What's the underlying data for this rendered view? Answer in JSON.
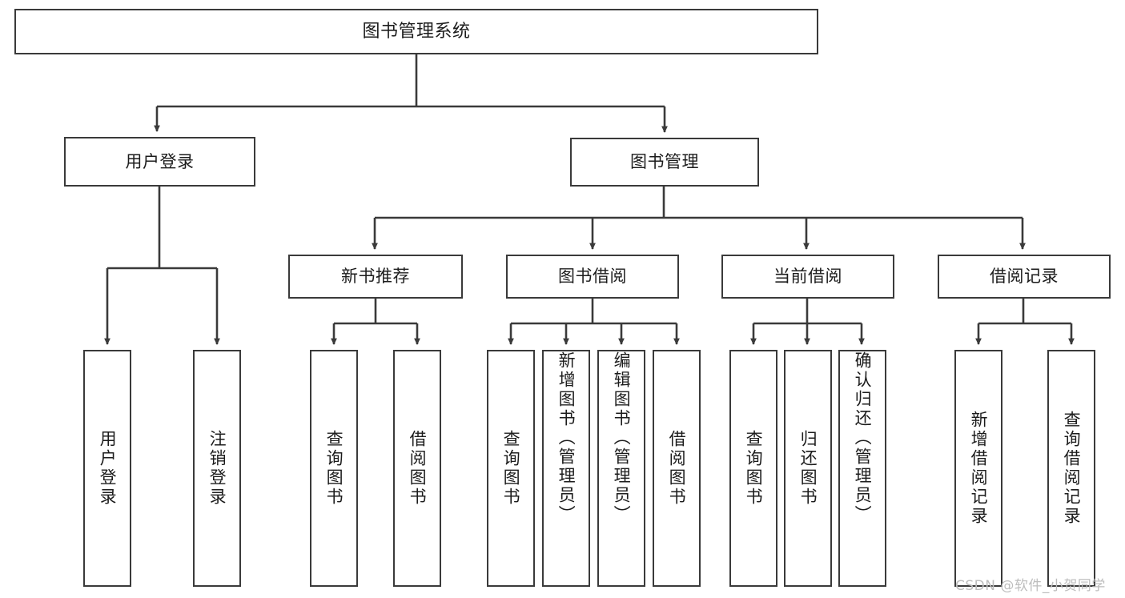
{
  "diagram": {
    "title": "图书管理系统",
    "type": "tree-hierarchy-chart",
    "line_color": "#3a3a3a",
    "background_color": "#ffffff",
    "text_color": "#1c1c1c",
    "root": {
      "label": "图书管理系统"
    },
    "level2": [
      {
        "label": "用户登录"
      },
      {
        "label": "图书管理"
      }
    ],
    "level3": [
      {
        "label": "新书推荐"
      },
      {
        "label": "图书借阅"
      },
      {
        "label": "当前借阅"
      },
      {
        "label": "借阅记录"
      }
    ],
    "leaves": {
      "user_login": [
        {
          "label": "用户登录"
        },
        {
          "label": "注销登录"
        }
      ],
      "new_book_recommend": [
        {
          "label": "查询图书"
        },
        {
          "label": "借阅图书"
        }
      ],
      "book_borrow": [
        {
          "label": "查询图书"
        },
        {
          "label": "新增图书（管理员）"
        },
        {
          "label": "编辑图书（管理员）"
        },
        {
          "label": "借阅图书"
        }
      ],
      "current_borrow": [
        {
          "label": "查询图书"
        },
        {
          "label": "归还图书"
        },
        {
          "label": "确认归还（管理员）"
        }
      ],
      "borrow_record": [
        {
          "label": "新增借阅记录"
        },
        {
          "label": "查询借阅记录"
        }
      ]
    }
  },
  "watermark": {
    "text": "CSDN @软件_小贺同学"
  }
}
